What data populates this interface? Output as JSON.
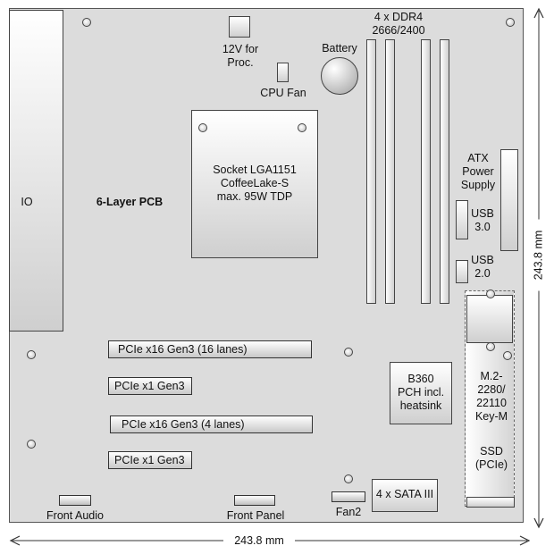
{
  "board": {
    "io_label": "IO",
    "pcb_label": "6-Layer PCB",
    "power_12v_label": "12V for\nProc.",
    "cpu_fan_label": "CPU Fan",
    "battery_label": "Battery",
    "dimm_label": "4 x DDR4\n2666/2400",
    "socket_label": "Socket LGA1151\nCoffeeLake-S\nmax. 95W TDP",
    "atx_label": "ATX\nPower\nSupply",
    "usb30_label": "USB\n3.0",
    "usb20_label": "USB\n2.0",
    "pcie1_label": "PCIe x16 Gen3 (16 lanes)",
    "pcie2_label": "PCIe x1 Gen3",
    "pcie3_label": "PCIe x16 Gen3 (4 lanes)",
    "pcie4_label": "PCIe x1 Gen3",
    "pch_label": "B360\nPCH incl.\nheatsink",
    "m2_label": "M.2-\n2280/\n22110\nKey-M",
    "ssd_label": "SSD\n(PCIe)",
    "sata_label": "4 x SATA III",
    "front_audio_label": "Front Audio",
    "front_panel_label": "Front Panel",
    "fan2_label": "Fan2"
  },
  "dimensions": {
    "width_label": "243.8 mm",
    "height_label": "243.8 mm"
  }
}
